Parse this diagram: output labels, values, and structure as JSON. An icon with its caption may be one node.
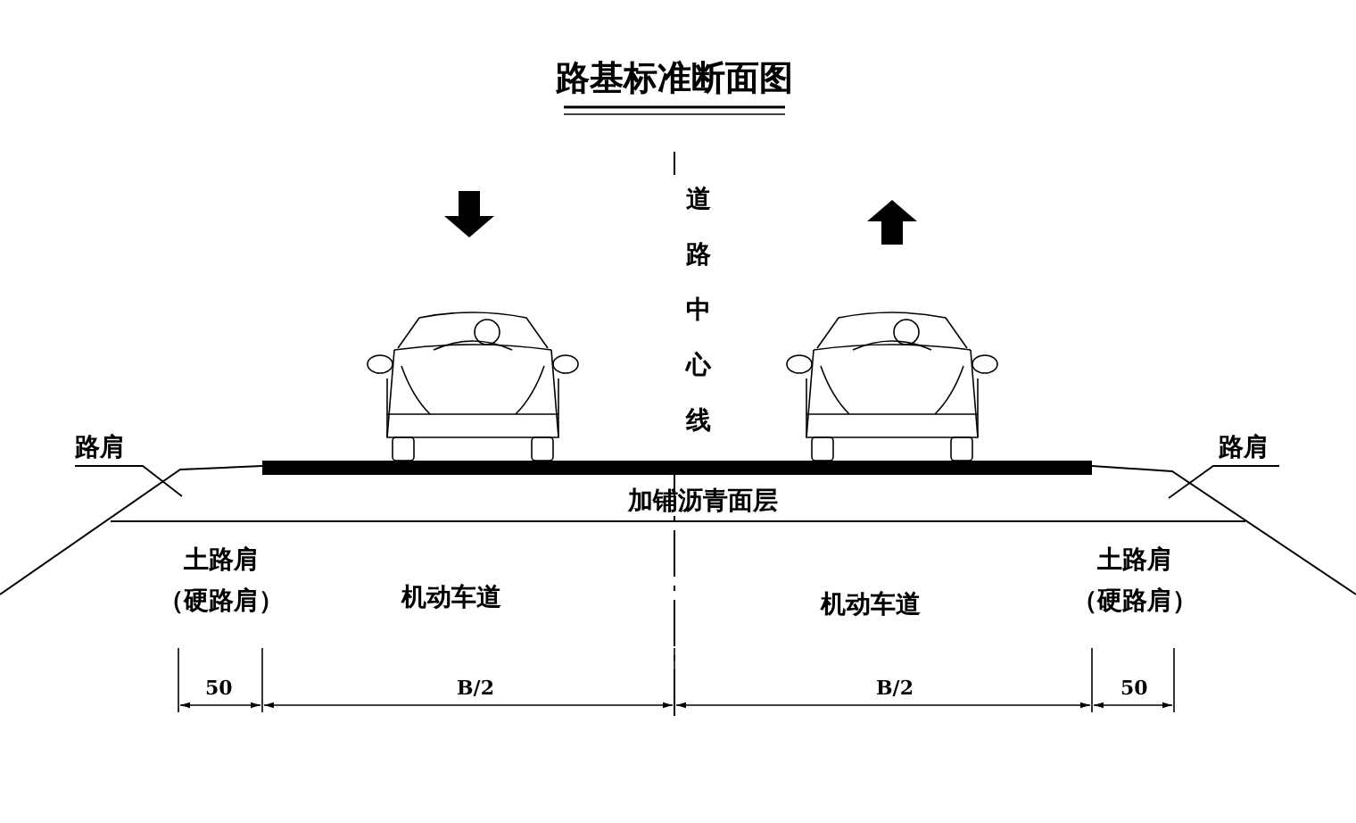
{
  "diagram": {
    "title": "路基标准断面图",
    "nodes": [
      {
        "text": [
          "路肩"
        ]
      },
      {
        "text": [
          "路肩"
        ]
      }
    ],
    "edges": [
      {
        "from": 0,
        "to": null,
        "arrow": "none"
      },
      {
        "from": 1,
        "to": null,
        "arrow": "none"
      }
    ],
    "labels": [
      "道路中心线",
      "加铺沥青面层",
      "土路肩（硬路肩）",
      "机动车道",
      "机动车道",
      "土路肩（硬路肩）",
      "50",
      "B/2",
      "B/2",
      "50"
    ]
  }
}
